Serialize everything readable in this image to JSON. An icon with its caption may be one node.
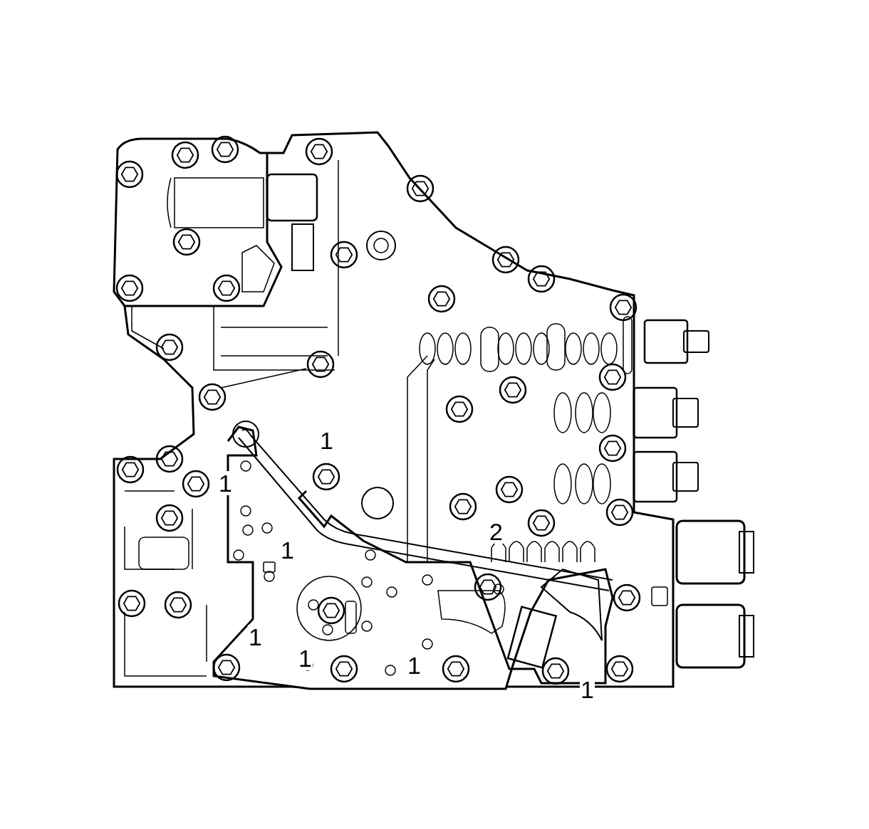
{
  "diagram": {
    "labels": [
      "1",
      "1",
      "2",
      "1",
      "1",
      "1",
      "1",
      "1"
    ]
  }
}
